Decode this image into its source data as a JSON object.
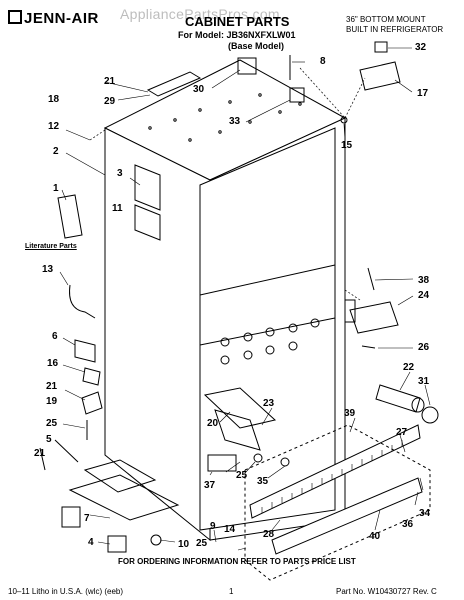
{
  "header": {
    "brand": "JENN-AIR",
    "watermark": "AppliancePartsPros.com",
    "title": "CABINET PARTS",
    "model": "For Model: JB36NXFXLW01",
    "base_model": "(Base Model)",
    "right_line1": "36\" BOTTOM MOUNT",
    "right_line2": "BUILT IN REFRIGERATOR"
  },
  "literature_label": "Literature Parts",
  "callouts": {
    "c1": "1",
    "c2": "2",
    "c3": "3",
    "c4": "4",
    "c5": "5",
    "c6": "6",
    "c7": "7",
    "c8": "8",
    "c9": "9",
    "c10": "10",
    "c11": "11",
    "c12": "12",
    "c13": "13",
    "c14": "14",
    "c15": "15",
    "c16": "16",
    "c17": "17",
    "c18": "18",
    "c19": "19",
    "c20": "20",
    "c21a": "21",
    "c21b": "21",
    "c21c": "21",
    "c22": "22",
    "c23": "23",
    "c24": "24",
    "c25a": "25",
    "c25b": "25",
    "c25c": "25",
    "c26": "26",
    "c27": "27",
    "c28": "28",
    "c29": "29",
    "c30": "30",
    "c31": "31",
    "c32": "32",
    "c33": "33",
    "c34": "34",
    "c35": "35",
    "c36": "36",
    "c37": "37",
    "c38": "38",
    "c39": "39",
    "c40": "40"
  },
  "ordering_note": "FOR ORDERING INFORMATION REFER TO PARTS PRICE LIST",
  "footer": {
    "left": "10–11 Litho in U.S.A. (wlc) (eeb)",
    "page": "1",
    "part_number": "Part No. W10430727 Rev. C"
  }
}
